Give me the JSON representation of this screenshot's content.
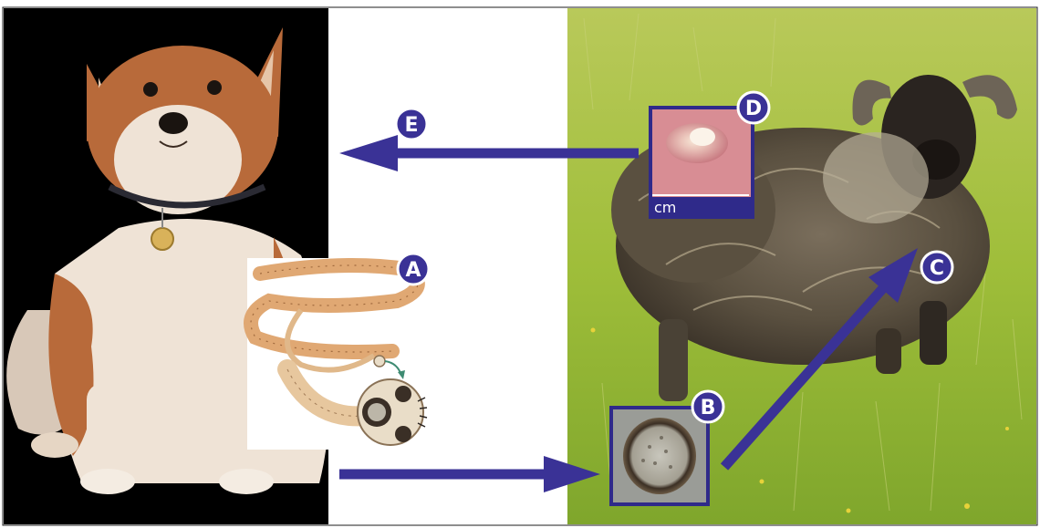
{
  "labels": {
    "A": "A",
    "B": "B",
    "C": "C",
    "D": "D",
    "E": "E"
  },
  "scale_unit": "cm",
  "colors": {
    "arrow": "#3a3296",
    "badge_fill": "#3a3296",
    "badge_stroke": "#ffffff",
    "frame": "#2f2a8a",
    "left_background": "#000000",
    "center_background": "#ffffff",
    "grass": "#9fbe3a",
    "dog_fur": "#b86a3a",
    "dog_white": "#efe3d6",
    "sheep_fleece": "#5e5446",
    "sheep_face": "#2a2420",
    "tapeworm": "#e9b98a",
    "egg_bg": "#9a9c97",
    "cyst_pink": "#d88d94"
  },
  "icons": {
    "dog": "dog-photo",
    "sheep": "sheep-photo",
    "tapeworm": "adult-tapeworm-illustration",
    "egg": "tapeworm-egg-micrograph",
    "cyst": "hydatid-cyst-photo"
  }
}
